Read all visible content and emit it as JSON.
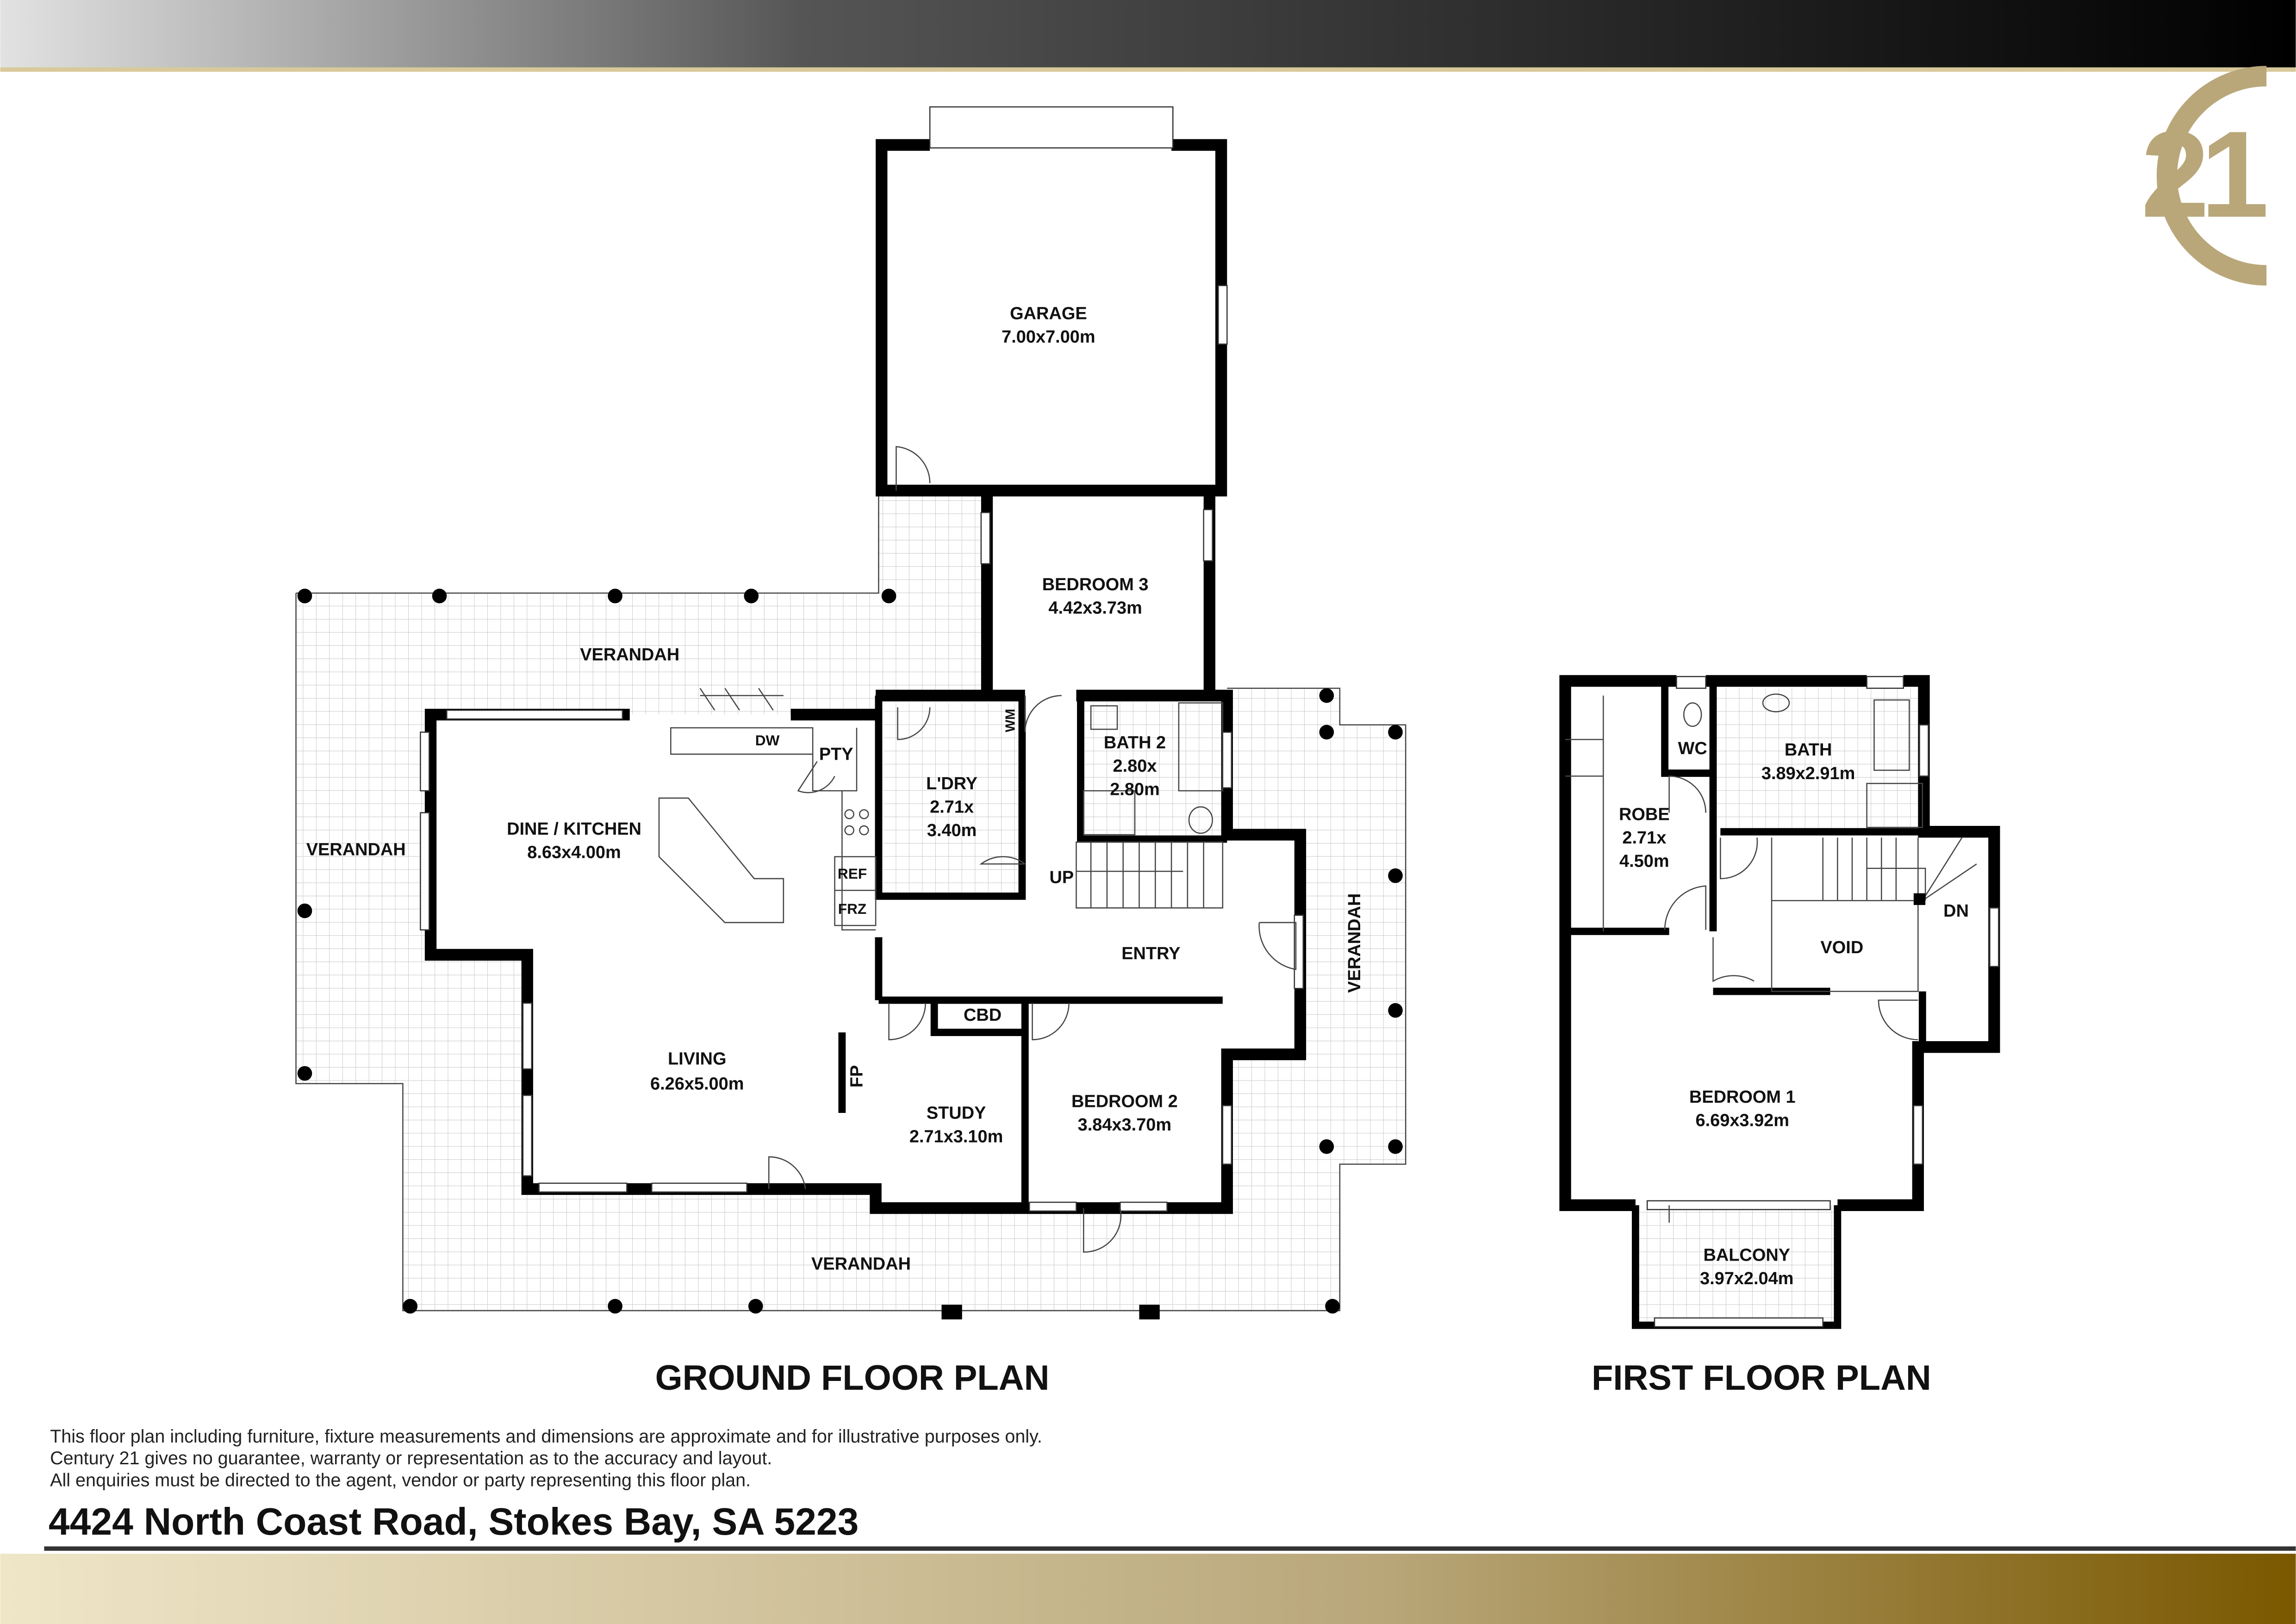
{
  "brand": {
    "logo_text": "21",
    "gold": "#b9a77a",
    "top_bar_dark": "#000000",
    "bottom_bar_gold": "#8a6a10"
  },
  "ground_floor": {
    "title": "GROUND FLOOR PLAN",
    "rooms": {
      "garage": {
        "name": "GARAGE",
        "size": "7.00x7.00m"
      },
      "bedroom3": {
        "name": "BEDROOM 3",
        "size": "4.42x3.73m"
      },
      "verandah_top": "VERANDAH",
      "verandah_left": "VERANDAH",
      "verandah_bottom": "VERANDAH",
      "verandah_right": "VERANDAH",
      "dine_kitchen": {
        "name": "DINE / KITCHEN",
        "size": "8.63x4.00m"
      },
      "pty": "PTY",
      "dw": "DW",
      "wm": "WM",
      "ref": "REF",
      "frz": "FRZ",
      "laundry": {
        "name": "L'DRY",
        "size_1": "2.71x",
        "size_2": "3.40m"
      },
      "bath2": {
        "name": "BATH 2",
        "size_1": "2.80x",
        "size_2": "2.80m"
      },
      "up": "UP",
      "entry": "ENTRY",
      "cbd": "CBD",
      "fp": "FP",
      "living": {
        "name": "LIVING",
        "size": "6.26x5.00m"
      },
      "study": {
        "name": "STUDY",
        "size": "2.71x3.10m"
      },
      "bedroom2": {
        "name": "BEDROOM 2",
        "size": "3.84x3.70m"
      }
    }
  },
  "first_floor": {
    "title": "FIRST FLOOR PLAN",
    "rooms": {
      "wc": "WC",
      "bath": {
        "name": "BATH",
        "size": "3.89x2.91m"
      },
      "robe": {
        "name": "ROBE",
        "size_1": "2.71x",
        "size_2": "4.50m"
      },
      "void": "VOID",
      "dn": "DN",
      "bedroom1": {
        "name": "BEDROOM 1",
        "size": "6.69x3.92m"
      },
      "balcony": {
        "name": "BALCONY",
        "size": "3.97x2.04m"
      }
    }
  },
  "disclaimer": [
    "This floor plan including furniture, fixture measurements and dimensions are approximate and for illustrative purposes only.",
    "Century 21 gives no guarantee, warranty or representation as to the accuracy and layout.",
    "All enquiries must be directed to the agent, vendor or party representing this floor plan."
  ],
  "address": "4424 North Coast Road, Stokes Bay, SA 5223"
}
